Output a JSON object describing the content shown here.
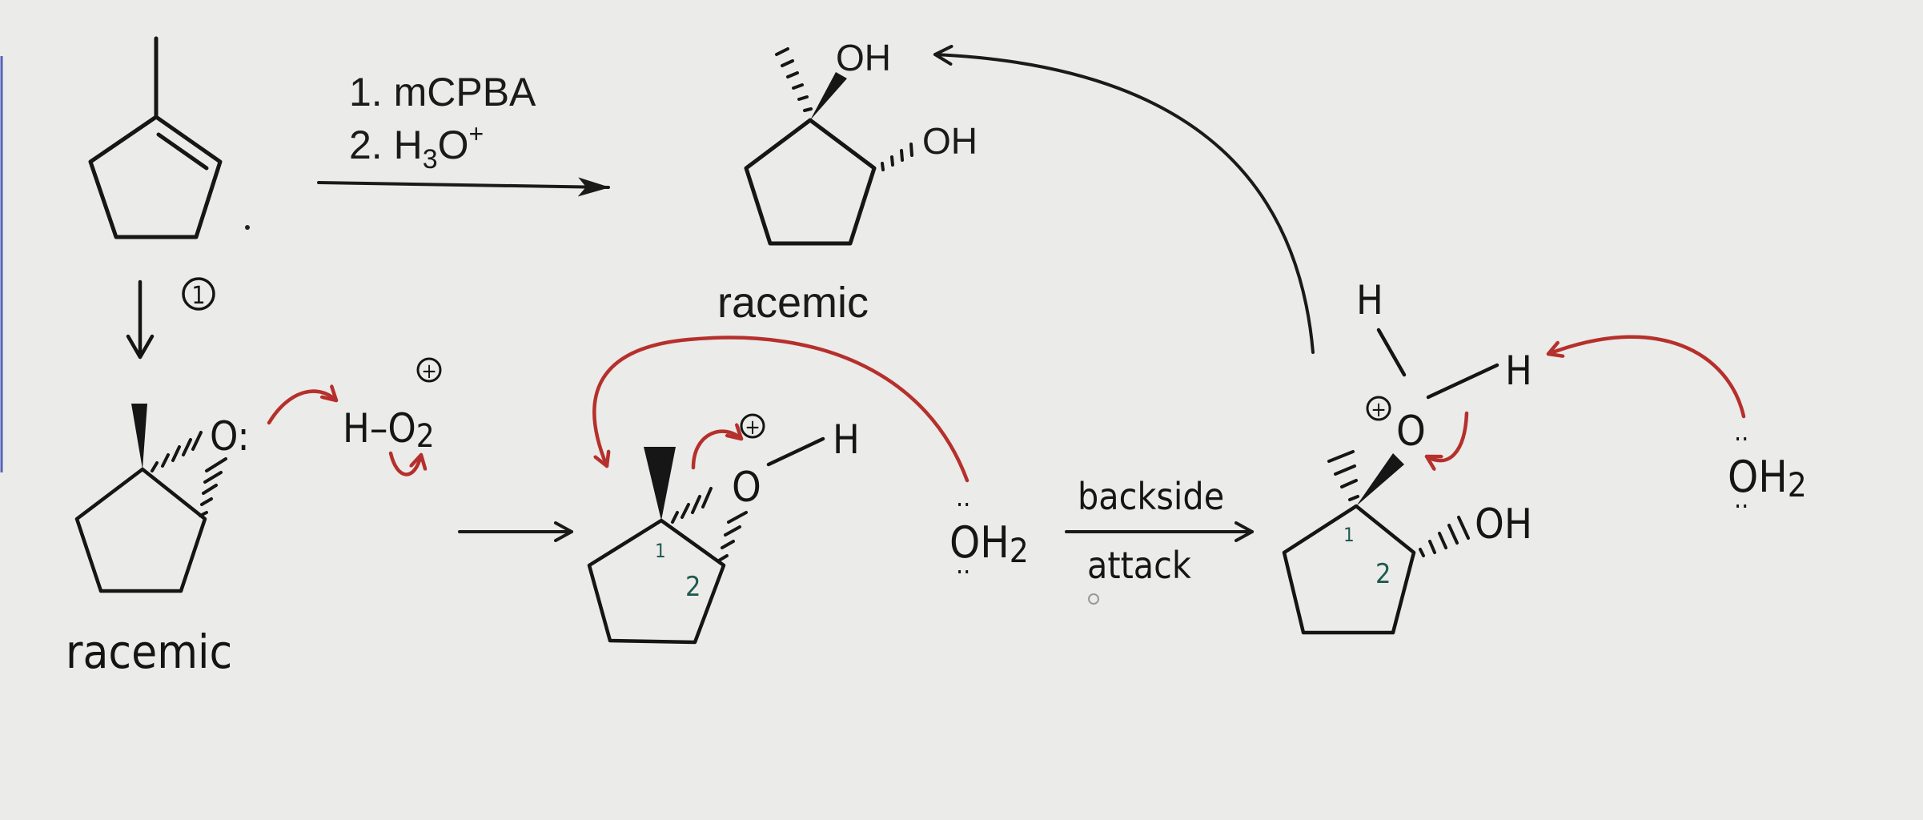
{
  "reaction": {
    "step1": "1. mCPBA",
    "step2_prefix": "2. H",
    "step2_sub": "3",
    "step2_suffix": "O",
    "step2_sup": "+"
  },
  "product": {
    "oh_top": "OH",
    "oh_side": "OH",
    "stereo_label": "racemic"
  },
  "epoxidation": {
    "step_marker": "1",
    "stereo_label": "racemic",
    "epoxide_o": "O:",
    "hydronium_h": "H–",
    "hydronium_o": "O",
    "hydronium_sub": "2",
    "charge": "+"
  },
  "protonated_epoxide": {
    "o_label": "O",
    "charge": "+",
    "h_label": "H",
    "carbon1": "1",
    "carbon2": "2",
    "nucleophile": "OH",
    "nucleophile_sub": "2",
    "lone_pair_top": "..",
    "lone_pair_bottom": ".."
  },
  "attack_arrow": {
    "label_top": "backside",
    "label_bottom": "attack"
  },
  "oxonium_intermediate": {
    "h_top": "H",
    "o_label": "O",
    "charge": "+",
    "h_right": "H",
    "carbon1": "1",
    "carbon2": "2",
    "oh_label": "OH",
    "base": "OH",
    "base_sub": "2",
    "lone_pair_top": "..",
    "lone_pair_bottom": ".."
  },
  "colors": {
    "background": "#ebebe9",
    "ink": "#151515",
    "mechanism_arrow": "#b5302c",
    "carbon_numbers": "#1f5a4e"
  }
}
